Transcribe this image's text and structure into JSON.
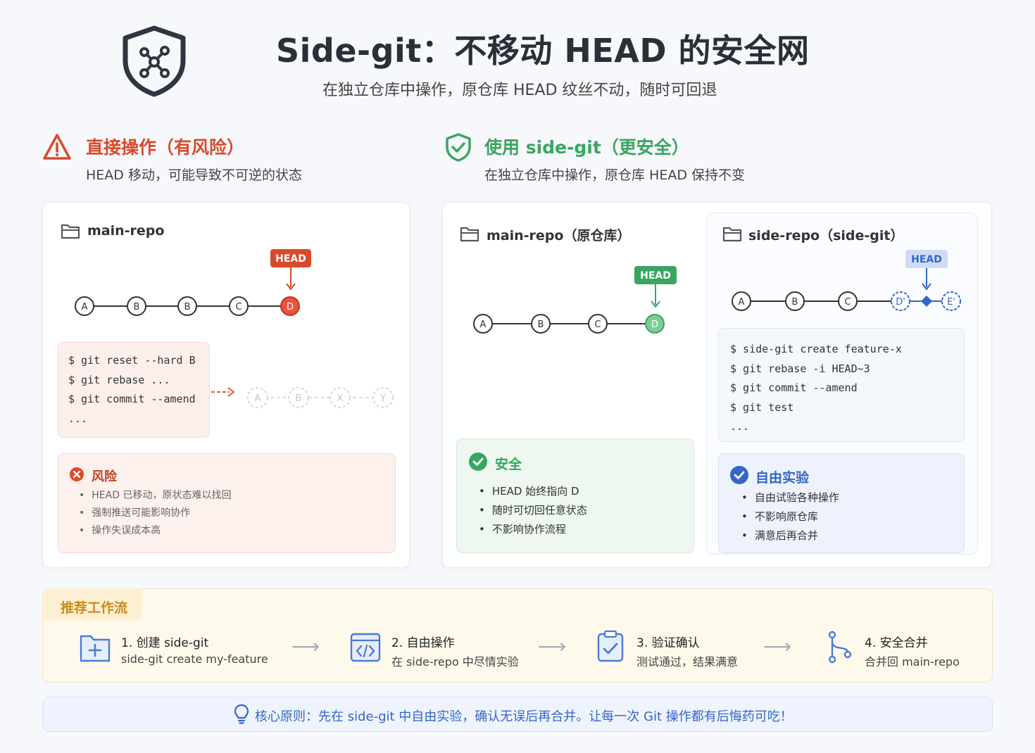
{
  "header": {
    "title": "Side-git：不移动 HEAD 的安全网",
    "subtitle": "在独立仓库中操作，原仓库 HEAD 纹丝不动，随时可回退",
    "logo_icon": "shield-git-icon"
  },
  "colors": {
    "danger": "#d94a2b",
    "safe": "#3aa562",
    "blue": "#3466c7",
    "amber": "#c98d1b"
  },
  "left_section": {
    "title": "直接操作（有风险）",
    "subtitle": "HEAD 移动，可能导致不可逆的状态",
    "icon": "warning-icon",
    "repo_label": "main-repo",
    "head_label": "HEAD",
    "commits": [
      "A",
      "B",
      "B",
      "C",
      "D"
    ],
    "code_lines": [
      "$ git reset --hard B",
      "$ git rebase ...",
      "$ git commit --amend",
      "..."
    ],
    "ghost_commits": [
      "A",
      "B",
      "X",
      "Y"
    ],
    "risk_title": "风险",
    "risk_items": [
      "HEAD 已移动，原状态难以找回",
      "强制推送可能影响协作",
      "操作失误成本高"
    ]
  },
  "right_section": {
    "title": "使用 side-git（更安全）",
    "subtitle": "在独立仓库中操作，原仓库 HEAD 保持不变",
    "icon": "shield-check-icon",
    "main_repo": {
      "label": "main-repo（原仓库）",
      "head_label": "HEAD",
      "commits": [
        "A",
        "B",
        "C",
        "D"
      ],
      "safe_title": "安全",
      "safe_items": [
        "HEAD 始终指向 D",
        "随时可切回任意状态",
        "不影响协作流程"
      ]
    },
    "side_repo": {
      "label": "side-repo（side-git）",
      "head_label": "HEAD",
      "commits": [
        "A",
        "B",
        "C",
        "D'",
        "E'"
      ],
      "code_lines": [
        "$ side-git create feature-x",
        "$ git rebase -i HEAD~3",
        "$ git commit --amend",
        "$ git test",
        "..."
      ],
      "free_title": "自由实验",
      "free_items": [
        "自由试验各种操作",
        "不影响原仓库",
        "满意后再合并"
      ]
    }
  },
  "workflow": {
    "tag": "推荐工作流",
    "steps": [
      {
        "title": "1. 创建 side-git",
        "sub": "side-git create my-feature",
        "icon": "folder-plus-icon"
      },
      {
        "title": "2. 自由操作",
        "sub": "在 side-repo 中尽情实验",
        "icon": "code-window-icon"
      },
      {
        "title": "3. 验证确认",
        "sub": "测试通过，结果满意",
        "icon": "clipboard-check-icon"
      },
      {
        "title": "4. 安全合并",
        "sub": "合并回 main-repo",
        "icon": "git-merge-icon"
      }
    ],
    "arrow": "⟶"
  },
  "footer": {
    "text": "核心原则：先在 side-git 中自由实验，确认无误后再合并。让每一次 Git 操作都有后悔药可吃！",
    "icon": "lightbulb-icon"
  }
}
